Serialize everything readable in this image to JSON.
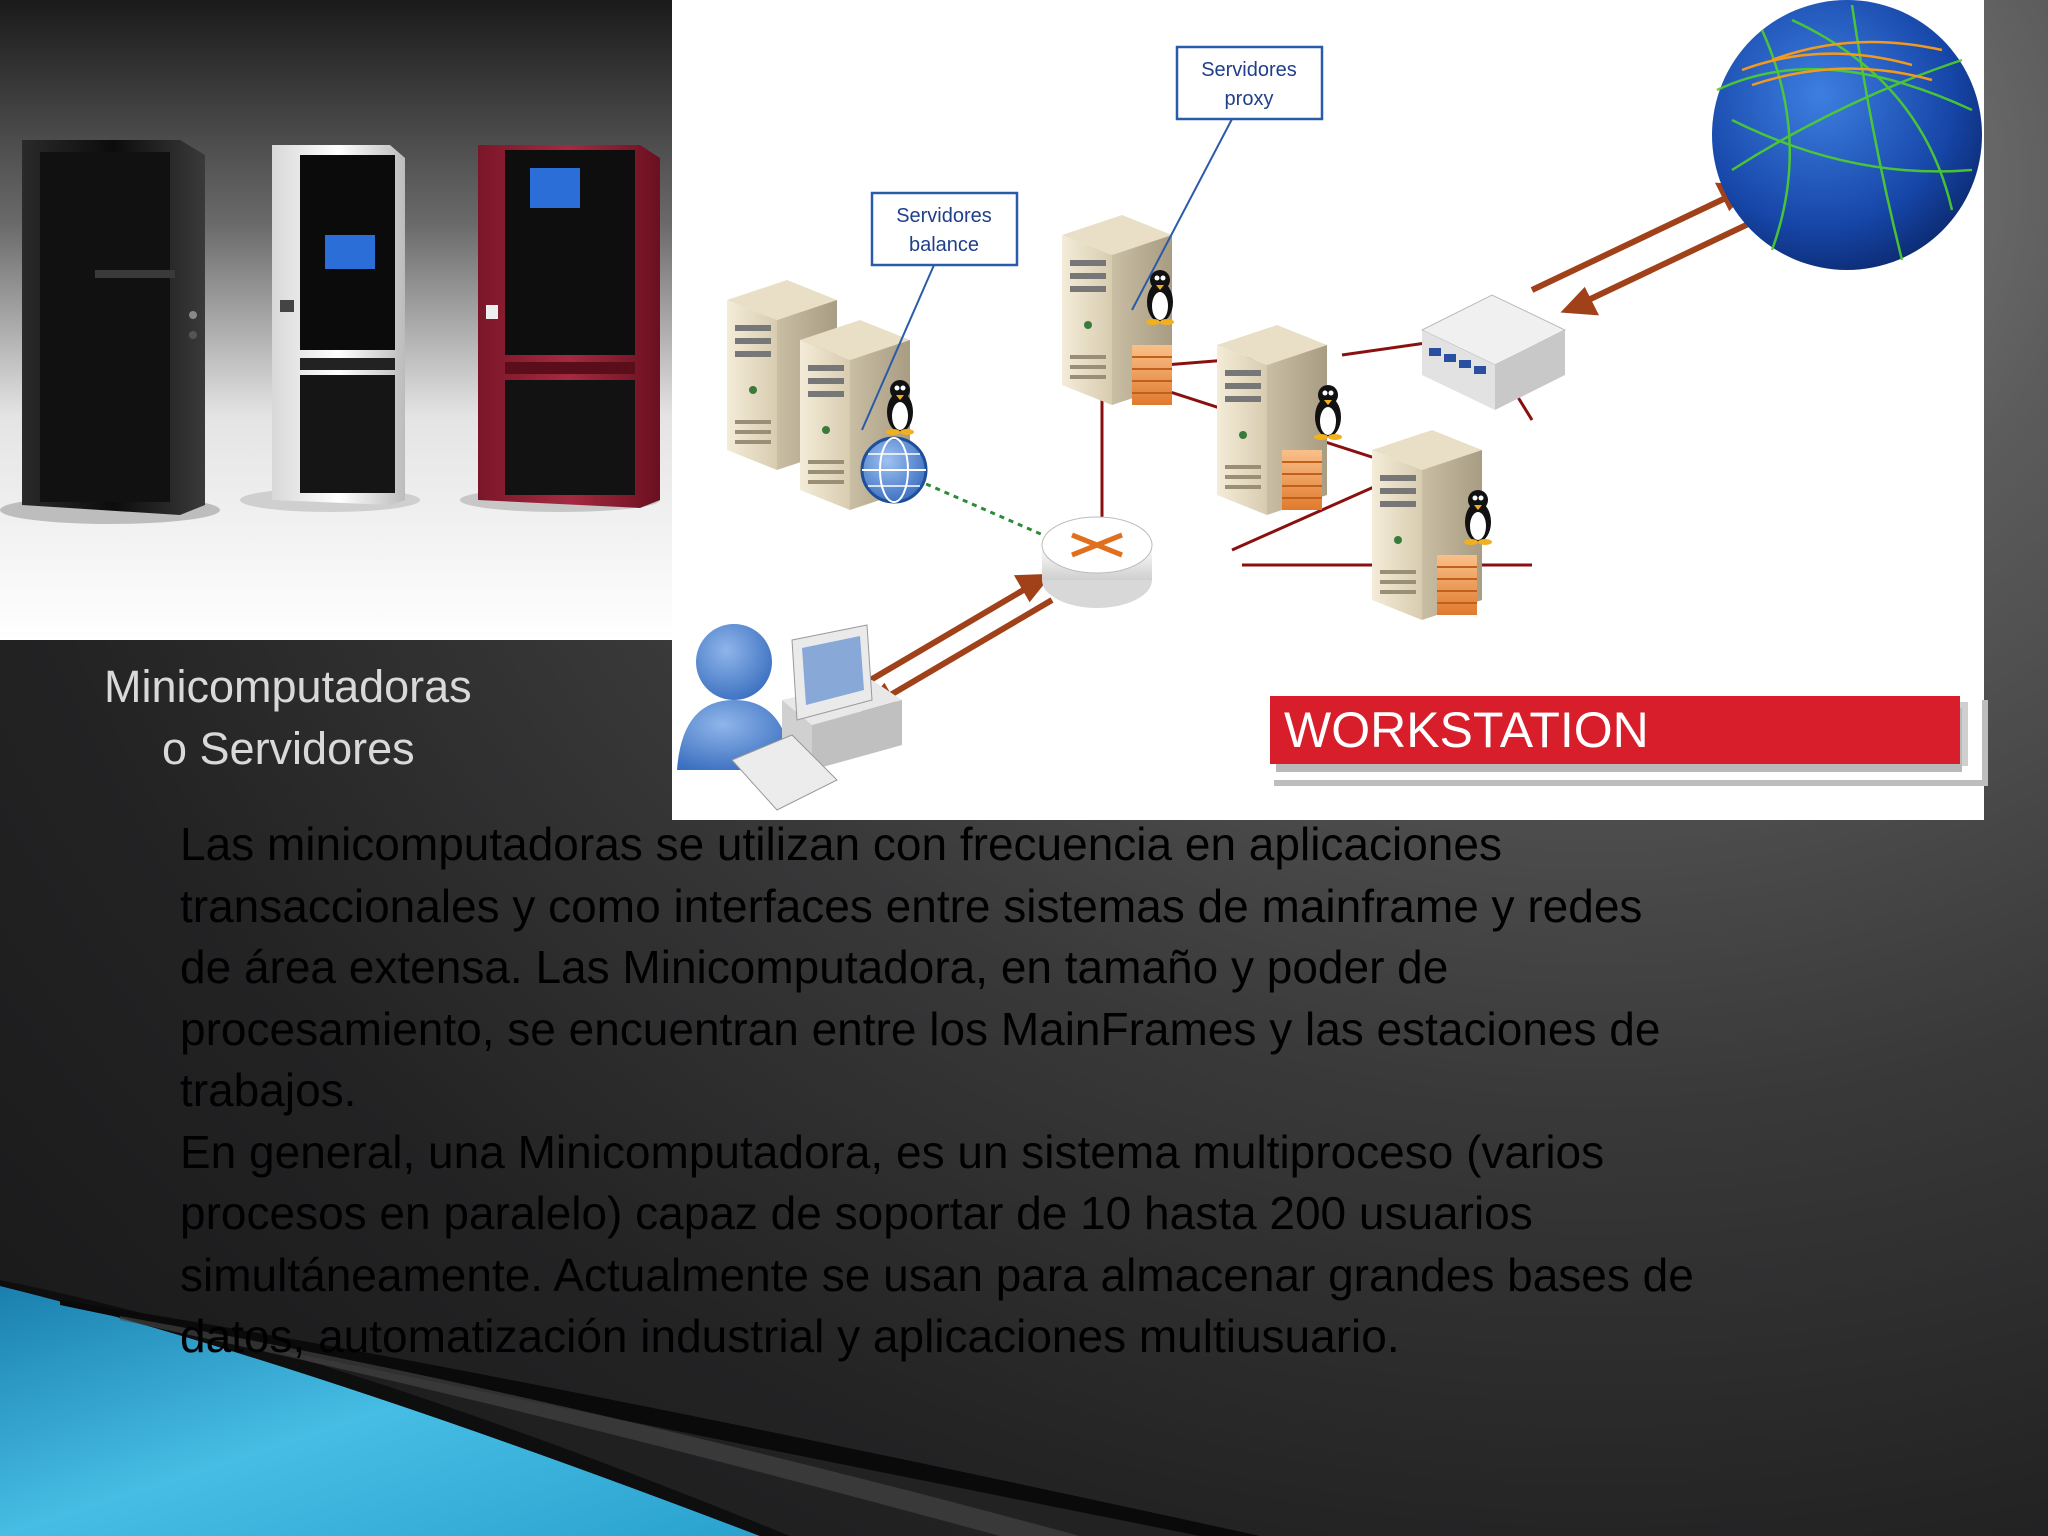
{
  "diagram": {
    "label_proxy_line1": "Servidores",
    "label_proxy_line2": "proxy",
    "label_balance_line1": "Servidores",
    "label_balance_line2": "balance",
    "workstation_label": "WORKSTATION"
  },
  "caption": {
    "line1": "Minicomputadoras",
    "line2": "o Servidores"
  },
  "body": {
    "paragraph1": "Las minicomputadoras se utilizan con frecuencia en aplicaciones transaccionales y como interfaces entre sistemas de mainframe y redes de área extensa. Las Minicomputadora, en tamaño y poder de procesamiento, se encuentran entre los MainFrames y las estaciones de trabajos.",
    "paragraph2": "En general, una Minicomputadora, es un sistema multiproceso (varios procesos en paralelo) capaz de soportar de 10 hasta 200 usuarios simultáneamente. Actualmente se usan para almacenar grandes bases de datos, automatización industrial y aplicaciones multiusuario."
  },
  "colors": {
    "accent_red": "#d81e2b",
    "label_border_blue": "#2a5ba8",
    "arrow_brown": "#a0411a",
    "wave_blue": "#3fb7dc"
  }
}
